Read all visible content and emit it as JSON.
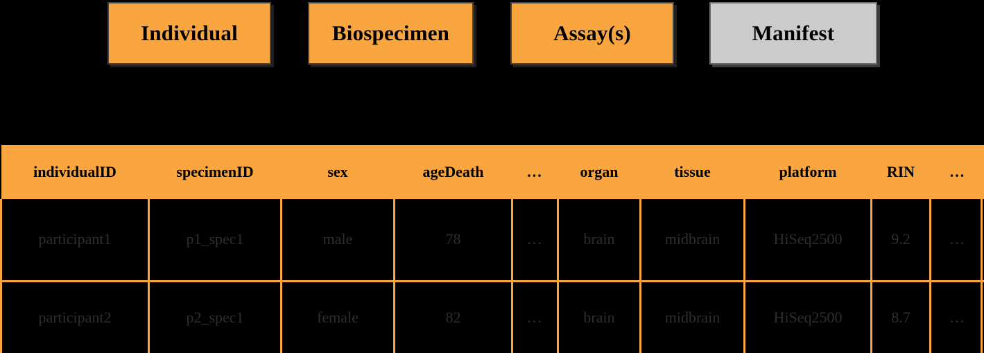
{
  "entities": {
    "boxes": [
      {
        "id": "individual",
        "label": "Individual",
        "style": "accent",
        "color": "#faa640"
      },
      {
        "id": "biospecimen",
        "label": "Biospecimen",
        "style": "accent",
        "color": "#faa640"
      },
      {
        "id": "assays",
        "label": "Assay(s)",
        "style": "accent",
        "color": "#faa640"
      },
      {
        "id": "manifest",
        "label": "Manifest",
        "style": "neutral",
        "color": "#cccccc"
      }
    ]
  },
  "manifest_table": {
    "header_background": "#faa640",
    "grid_color": "#faa640",
    "body_background": "#000000",
    "body_text_color": "#2e2e2e",
    "columns": [
      "individualID",
      "specimenID",
      "sex",
      "ageDeath",
      "...",
      "organ",
      "tissue",
      "platform",
      "RIN",
      "..."
    ],
    "rows": [
      [
        "participant1",
        "p1_spec1",
        "male",
        "78",
        "...",
        "brain",
        "midbrain",
        "HiSeq2500",
        "9.2",
        "..."
      ],
      [
        "participant2",
        "p2_spec1",
        "female",
        "82",
        "...",
        "brain",
        "midbrain",
        "HiSeq2500",
        "8.7",
        "..."
      ]
    ]
  }
}
